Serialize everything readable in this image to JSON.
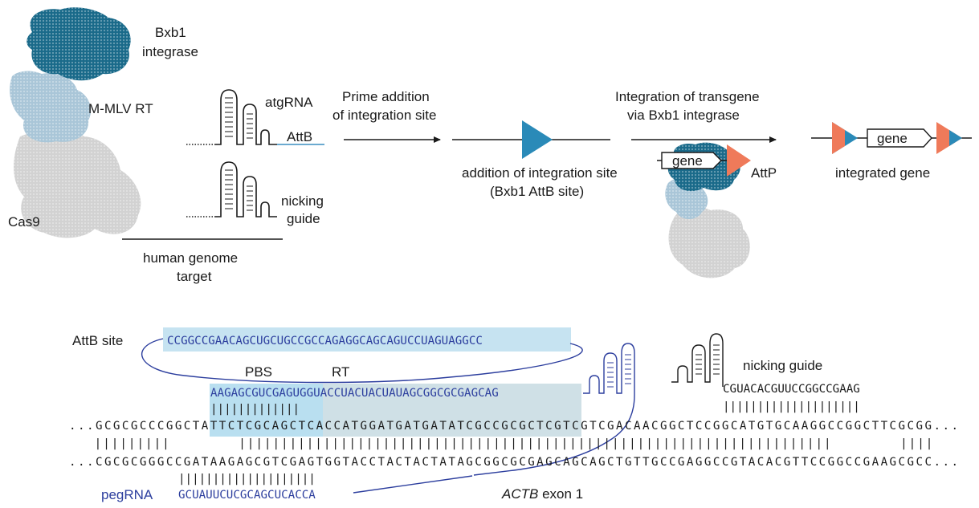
{
  "colors": {
    "integrase_teal": "#1a6a8a",
    "rt_light_blue": "#a9c6d8",
    "cas9_gray": "#cfcfcf",
    "attb_triangle": "#2a8ab8",
    "attp_triangle": "#ef7a5a",
    "sequence_blue": "#2c3e9e",
    "pbs_highlight": "#b9dff0",
    "rt_highlight": "#cfe0e6",
    "attb_highlight": "#c6e3f1"
  },
  "panel_a": {
    "protein": {
      "integrase_label": [
        "Bxb1",
        "integrase"
      ],
      "rt_label": "M-MLV RT",
      "cas9_label": "Cas9"
    },
    "guides": {
      "atgrna_label": "atgRNA",
      "attb_label": "AttB",
      "nicking_label": [
        "nicking",
        "guide"
      ],
      "target_label": [
        "human genome",
        "target"
      ]
    },
    "step1": {
      "arrow_label": [
        "Prime addition",
        "of integration site"
      ],
      "result_label": [
        "addition of integration site",
        "(Bxb1 AttB site)"
      ]
    },
    "step2": {
      "arrow_label": [
        "Integration of transgene",
        "via Bxb1 integrase"
      ],
      "gene_label": "gene",
      "attp_label": "AttP"
    },
    "result": {
      "gene_label": "gene",
      "caption": "integrated gene"
    }
  },
  "panel_b": {
    "attb_site_label": "AttB site",
    "attb_sequence": "CCGGCCGAACAGCUGCUGCCGCCAGAGGCAGCAGUCCUAGUAGGCC",
    "pbs_label": "PBS",
    "rt_label": "RT",
    "pegrna_3prime": "AAGAGCGUCGAGUGGUACCUACUACUAUAGCGGCGCGAGCAG",
    "pbs_pairs": "|||||||||||||",
    "nicking_guide_label": "nicking guide",
    "nicking_sequence": "CGUACACGUUCCGGCCGAAG",
    "nicking_pairs": "||||||||||||||||||||",
    "top_strand": "...GCGCGCCCGGCTATTCTCGCAGCTCACCATGGATGATGATATCGCCGCGCTCGTCGTCGACAACGGCTCCGGCATGTGCAAGGCCGGCTTCGCGG...",
    "middle_pairs": "   |||||||||        ||||||||||||||||||||||||||||||||||||||||||||||||||||||||||||||||||||||        ||||   ",
    "bottom_strand": "...CGCGCGGGCCGATAAGAGCGTCGAGTGGTACCTACTACTATAGCGGCGCGAGCAGCAGCTGTTGCCGAGGCCGTACACGTTCCGGCCGAAGCGCC...",
    "spacer_pairs": "||||||||||||||||||||",
    "pegrna_label": "pegRNA",
    "spacer_sequence": "GCUAUUCUCGCAGCUCACCA",
    "exon_label_gene": "ACTB",
    "exon_label_rest": " exon 1"
  }
}
